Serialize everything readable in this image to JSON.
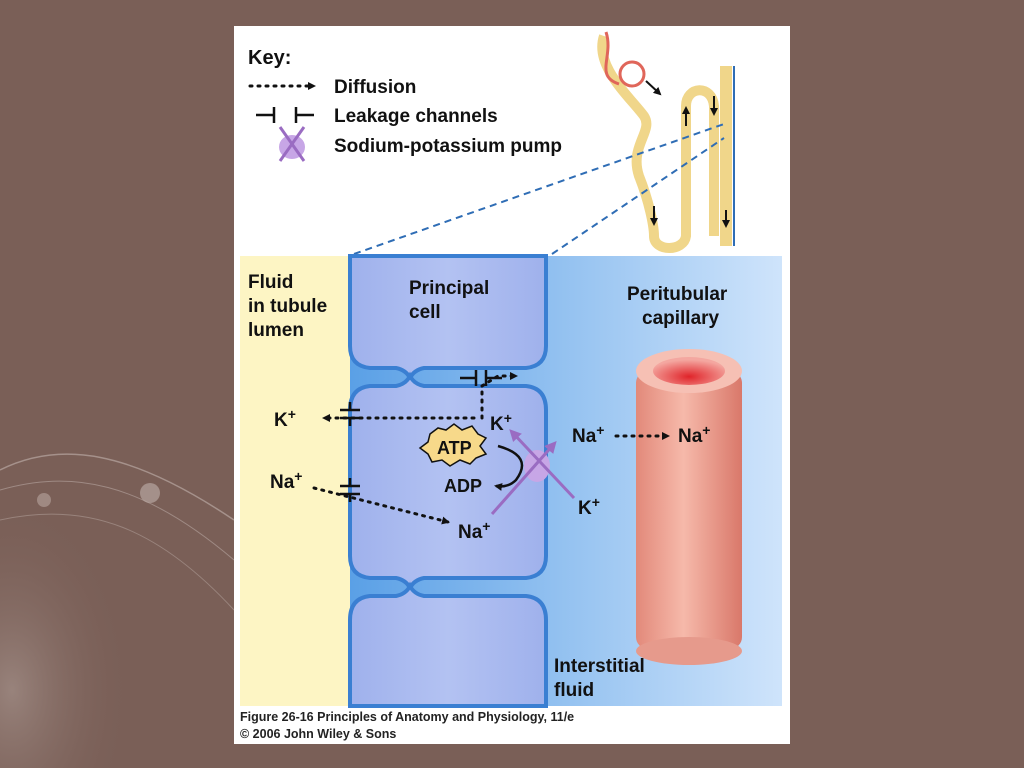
{
  "key": {
    "title": "Key:",
    "diffusion": "Diffusion",
    "leakage": "Leakage channels",
    "pump": "Sodium-potassium pump"
  },
  "regions": {
    "lumen_line1": "Fluid",
    "lumen_line2": "in tubule",
    "lumen_line3": "lumen",
    "cell_line1": "Principal",
    "cell_line2": "cell",
    "capillary_line1": "Peritubular",
    "capillary_line2": "capillary",
    "interstitial_line1": "Interstitial",
    "interstitial_line2": "fluid"
  },
  "ions": {
    "k_lumen": "K",
    "k_cell": "K",
    "na_lumen": "Na",
    "na_cell": "Na",
    "na_interstitial": "Na",
    "na_capillary": "Na",
    "k_interstitial": "K",
    "plus": "+"
  },
  "molecules": {
    "atp": "ATP",
    "adp": "ADP"
  },
  "caption": {
    "line1": "Figure 26-16 Principles of Anatomy and Physiology, 11/e",
    "line2": "© 2006 John Wiley & Sons"
  },
  "colors": {
    "lumen": "#fdf5c4",
    "cell": "#a9b9ee",
    "cell_border": "#3a7fd2",
    "interstitial": "#9ccaf2",
    "capillary": "#f0a898",
    "pump": "#9a6cc2"
  }
}
